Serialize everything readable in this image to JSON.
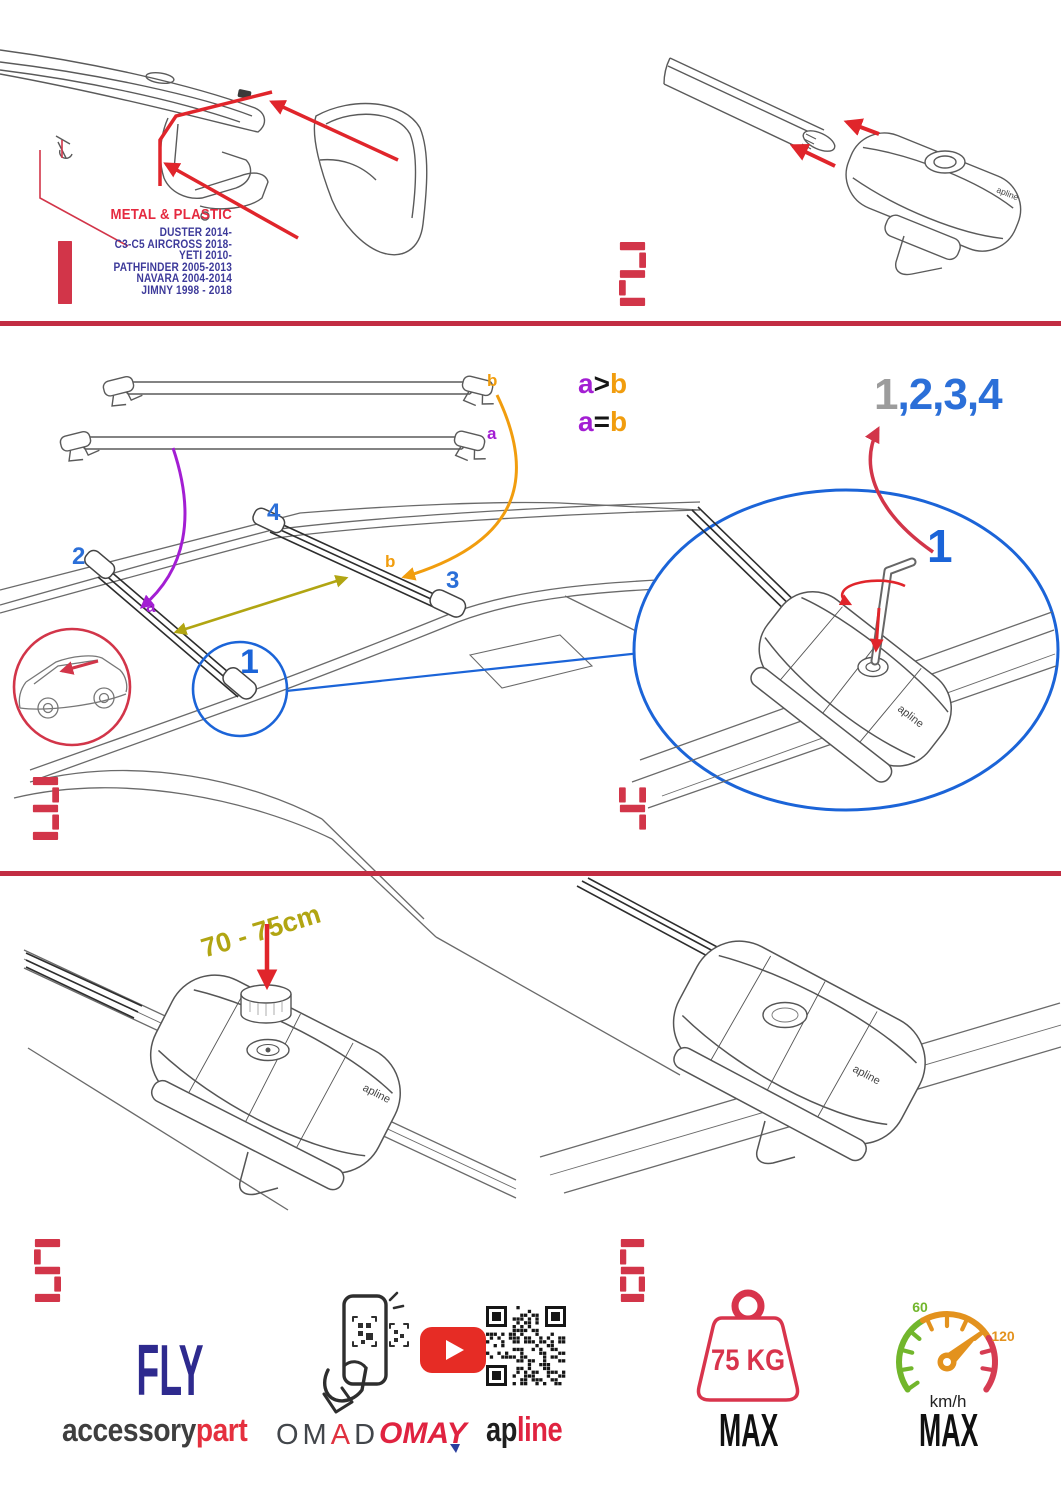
{
  "panel1": {
    "number": "1",
    "material_note": "METAL & PLASTIC",
    "models": [
      "DUSTER 2014-",
      "C3-C5 AIRCROSS 2018-",
      "YETI 2010-",
      "PATHFINDER 2005-2013",
      "NAVARA 2004-2014",
      "JIMNY 1998 - 2018"
    ]
  },
  "panel2": {
    "number": "2",
    "product_logo": "apline"
  },
  "panel3": {
    "number": "3",
    "bar_labels": {
      "b": "b",
      "a": "a"
    },
    "rules": [
      {
        "a": "a",
        "op": ">",
        "b": "b"
      },
      {
        "a": "a",
        "op": "=",
        "b": "b"
      }
    ],
    "positions": {
      "front_left": "2",
      "rear_front": "4",
      "rear_right": "3",
      "circled": "1",
      "roof_a": "a",
      "roof_b": "b"
    },
    "dimension": "70 - 75cm"
  },
  "panel4": {
    "number": "4",
    "sequence_first": "1",
    "sequence_rest": ",2,3,4",
    "step": "1",
    "product_logo": "apline"
  },
  "panel5": {
    "number": "5",
    "product_logo": "apline"
  },
  "panel6": {
    "number": "6",
    "product_logo": "apline"
  },
  "footer": {
    "fly": "FLY",
    "accessory": "accessory",
    "part": "part",
    "omad_om": "OM",
    "omad_a": "A",
    "omad_d": "D",
    "omay": "OMAY",
    "apline_ap": "ap",
    "apline_line": "line",
    "weight_value": "75 KG",
    "weight_max": "MAX",
    "speed_low": "60",
    "speed_high": "120",
    "speed_unit": "km/h",
    "speed_max": "MAX"
  },
  "icons": {
    "scan": "phone-scan-qr-icon",
    "youtube": "youtube-play-icon",
    "qr": "qr-code",
    "weight": "weight-limit-icon",
    "speed": "speedometer-icon"
  },
  "colors": {
    "accent_red": "#e0252b",
    "crimson": "#d23549",
    "navy": "#3d3a9a",
    "blue": "#2b6fd8",
    "purple": "#a31ed3",
    "orange": "#f19d0e",
    "olive": "#b1a512",
    "green": "#72b62c",
    "gauge_orange": "#e3921e",
    "brand_navy": "#2e2a8e",
    "brand_red": "#e02340"
  }
}
